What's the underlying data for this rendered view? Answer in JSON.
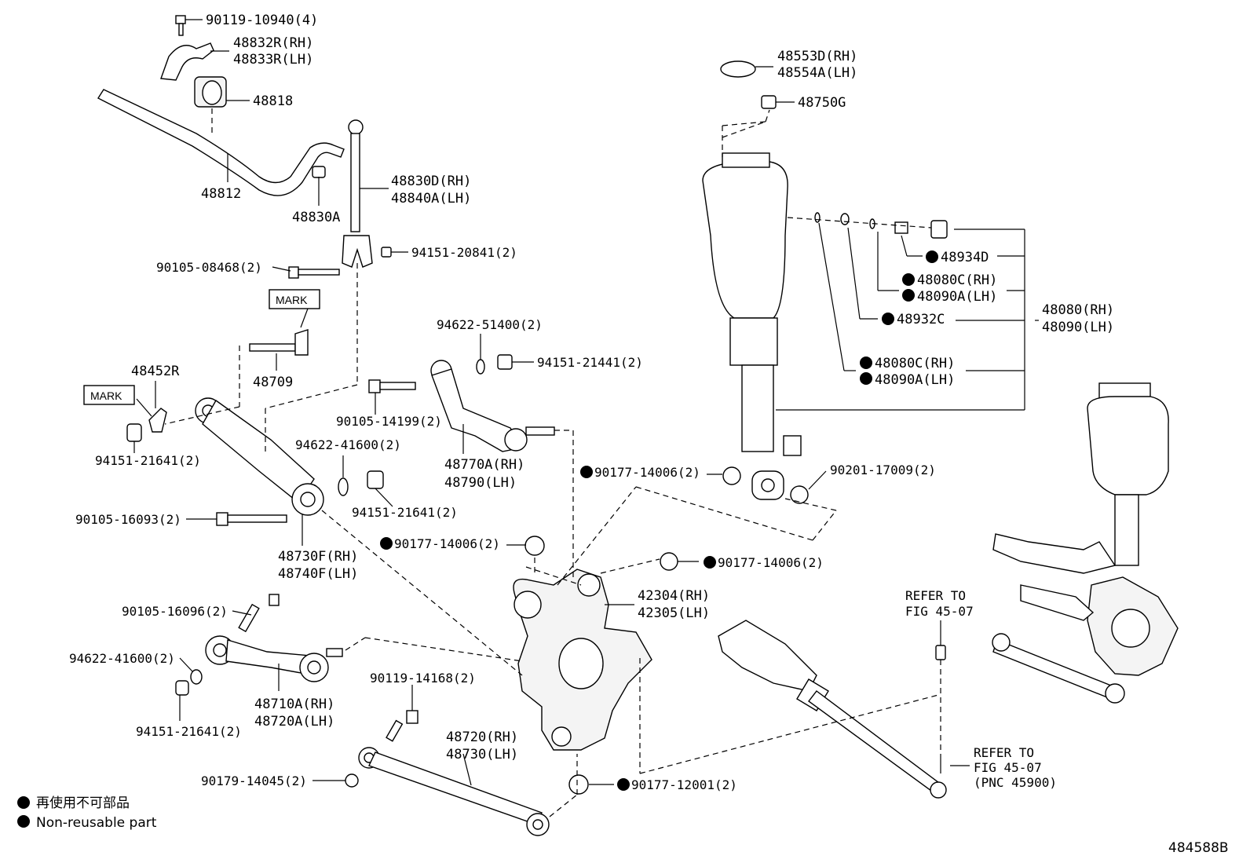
{
  "diagram_id": "484588B",
  "labels": {
    "p90119_10940": "90119-10940(4)",
    "p48832R": "48832R(RH)",
    "p48833R": "48833R(LH)",
    "p48818": "48818",
    "p48812": "48812",
    "p48830A": "48830A",
    "p48830D": "48830D(RH)",
    "p48840A": "48840A(LH)",
    "p94151_20841": "94151-20841(2)",
    "p90105_08468": "90105-08468(2)",
    "mark1": "MARK",
    "p48709": "48709",
    "p48452R": "48452R",
    "mark2": "MARK",
    "p94151_21641_a": "94151-21641(2)",
    "p94622_51400": "94622-51400(2)",
    "p94151_21441": "94151-21441(2)",
    "p90105_14199": "90105-14199(2)",
    "p94622_41600_a": "94622-41600(2)",
    "p48770A": "48770A(RH)",
    "p48790": "48790(LH)",
    "p94151_21641_b": "94151-21641(2)",
    "p90105_16093": "90105-16093(2)",
    "p48730F": "48730F(RH)",
    "p48740F": "48740F(LH)",
    "p90177_14006_a": "90177-14006(2)",
    "p90177_14006_b": "90177-14006(2)",
    "p90177_14006_c": "90177-14006(2)",
    "p90201_17009": "90201-17009(2)",
    "p42304": "42304(RH)",
    "p42305": "42305(LH)",
    "p90105_16096": "90105-16096(2)",
    "p94622_41600_b": "94622-41600(2)",
    "p48710A": "48710A(RH)",
    "p48720A": "48720A(LH)",
    "p94151_21641_c": "94151-21641(2)",
    "p90119_14168": "90119-14168(2)",
    "p48720": "48720(RH)",
    "p48730": "48730(LH)",
    "p90179_14045": "90179-14045(2)",
    "p90177_12001": "90177-12001(2)",
    "p48553D": "48553D(RH)",
    "p48554A": "48554A(LH)",
    "p48750G": "48750G",
    "p48934D": "48934D",
    "p48080C_a": "48080C(RH)",
    "p48090A_a": "48090A(LH)",
    "p48932C": "48932C",
    "p48080": "48080(RH)",
    "p48090": "48090(LH)",
    "p48080C_b": "48080C(RH)",
    "p48090A_b": "48090A(LH)",
    "refer1_line1": "REFER TO",
    "refer1_line2": "FIG 45-07",
    "refer2_line1": "REFER TO",
    "refer2_line2": "FIG 45-07",
    "refer2_line3": "(PNC 45900)"
  },
  "legend": {
    "jp": "再使用不可部品",
    "en": "Non-reusable part"
  }
}
